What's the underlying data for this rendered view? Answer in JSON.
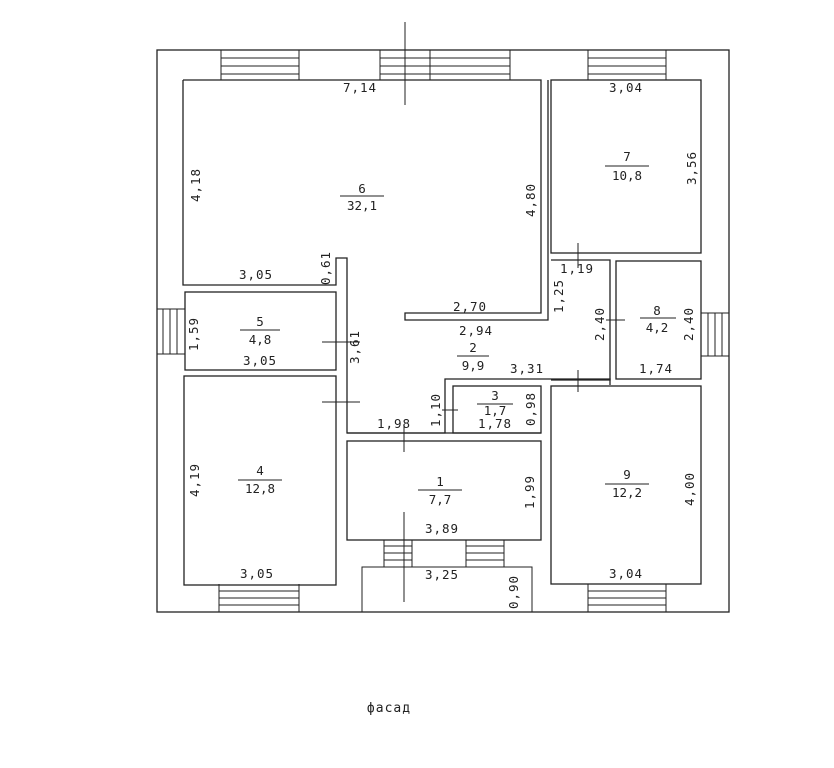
{
  "facade_label": "фасад",
  "rooms": [
    {
      "id": "1",
      "area": "7,7"
    },
    {
      "id": "2",
      "area": "9,9"
    },
    {
      "id": "3",
      "area": "1,7"
    },
    {
      "id": "4",
      "area": "12,8"
    },
    {
      "id": "5",
      "area": "4,8"
    },
    {
      "id": "6",
      "area": "32,1"
    },
    {
      "id": "7",
      "area": "10,8"
    },
    {
      "id": "8",
      "area": "4,2"
    },
    {
      "id": "9",
      "area": "12,2"
    }
  ],
  "dimensions": {
    "r6_top": "7,14",
    "r6_left": "4,18",
    "r6_bottom": "3,05",
    "r6_stub": "0,61",
    "r6_right": "4,80",
    "r6_inner": "2,70",
    "r7_top": "3,04",
    "r7_right": "3,56",
    "corr_w": "1,19",
    "corr_h": "1,25",
    "r8_left": "2,40",
    "r8_right": "2,40",
    "r8_bottom": "1,74",
    "r5_left": "1,59",
    "r5_bottom": "3,05",
    "hall_width": "2,94",
    "hall_height": "3,61",
    "hall_bottom": "3,31",
    "r3_left": "1,10",
    "r3_bottom": "1,78",
    "r3_right": "0,98",
    "r1_top": "1,98",
    "r1_right": "1,99",
    "r1_bottom": "3,89",
    "r4_left": "4,19",
    "r4_bottom": "3,05",
    "r9_right": "4,00",
    "r9_bottom": "3,04",
    "porch_width": "3,25",
    "porch_depth": "0,90"
  }
}
